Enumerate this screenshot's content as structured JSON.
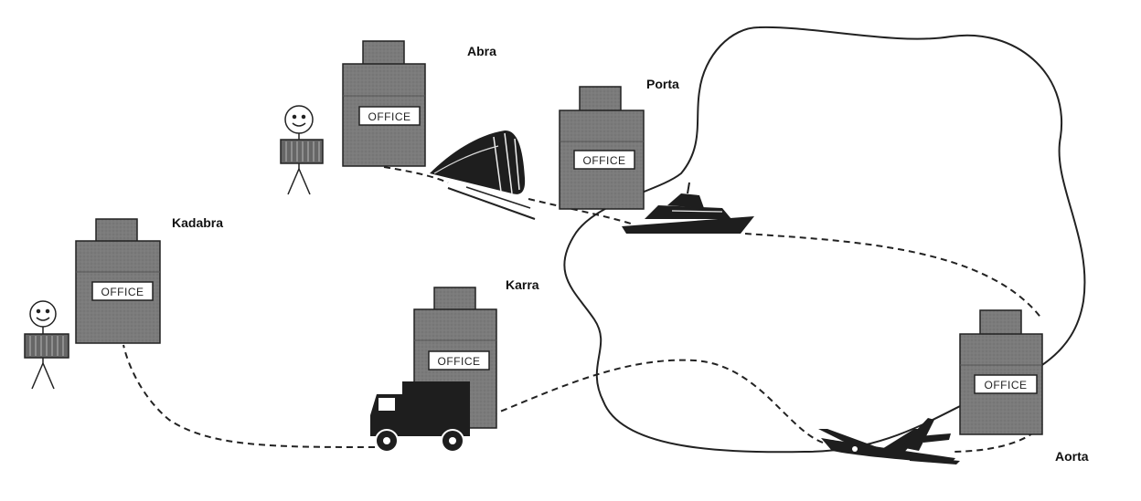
{
  "offices": {
    "abra": {
      "name": "Abra",
      "sign": "OFFICE"
    },
    "porta": {
      "name": "Porta",
      "sign": "OFFICE"
    },
    "kadabra": {
      "name": "Kadabra",
      "sign": "OFFICE"
    },
    "karra": {
      "name": "Karra",
      "sign": "OFFICE"
    },
    "aorta": {
      "name": "Aorta",
      "sign": "OFFICE"
    }
  },
  "icons": {
    "person": "person-carrying-box-icon",
    "train": "train-icon",
    "ship": "ship-icon",
    "truck": "truck-icon",
    "airplane": "airplane-icon",
    "cloud": "network-cloud"
  },
  "colors": {
    "building": "#7a7a7a",
    "building_dark": "#4a4a4a",
    "vehicle": "#1e1e1e",
    "line": "#222222",
    "background": "#ffffff"
  }
}
